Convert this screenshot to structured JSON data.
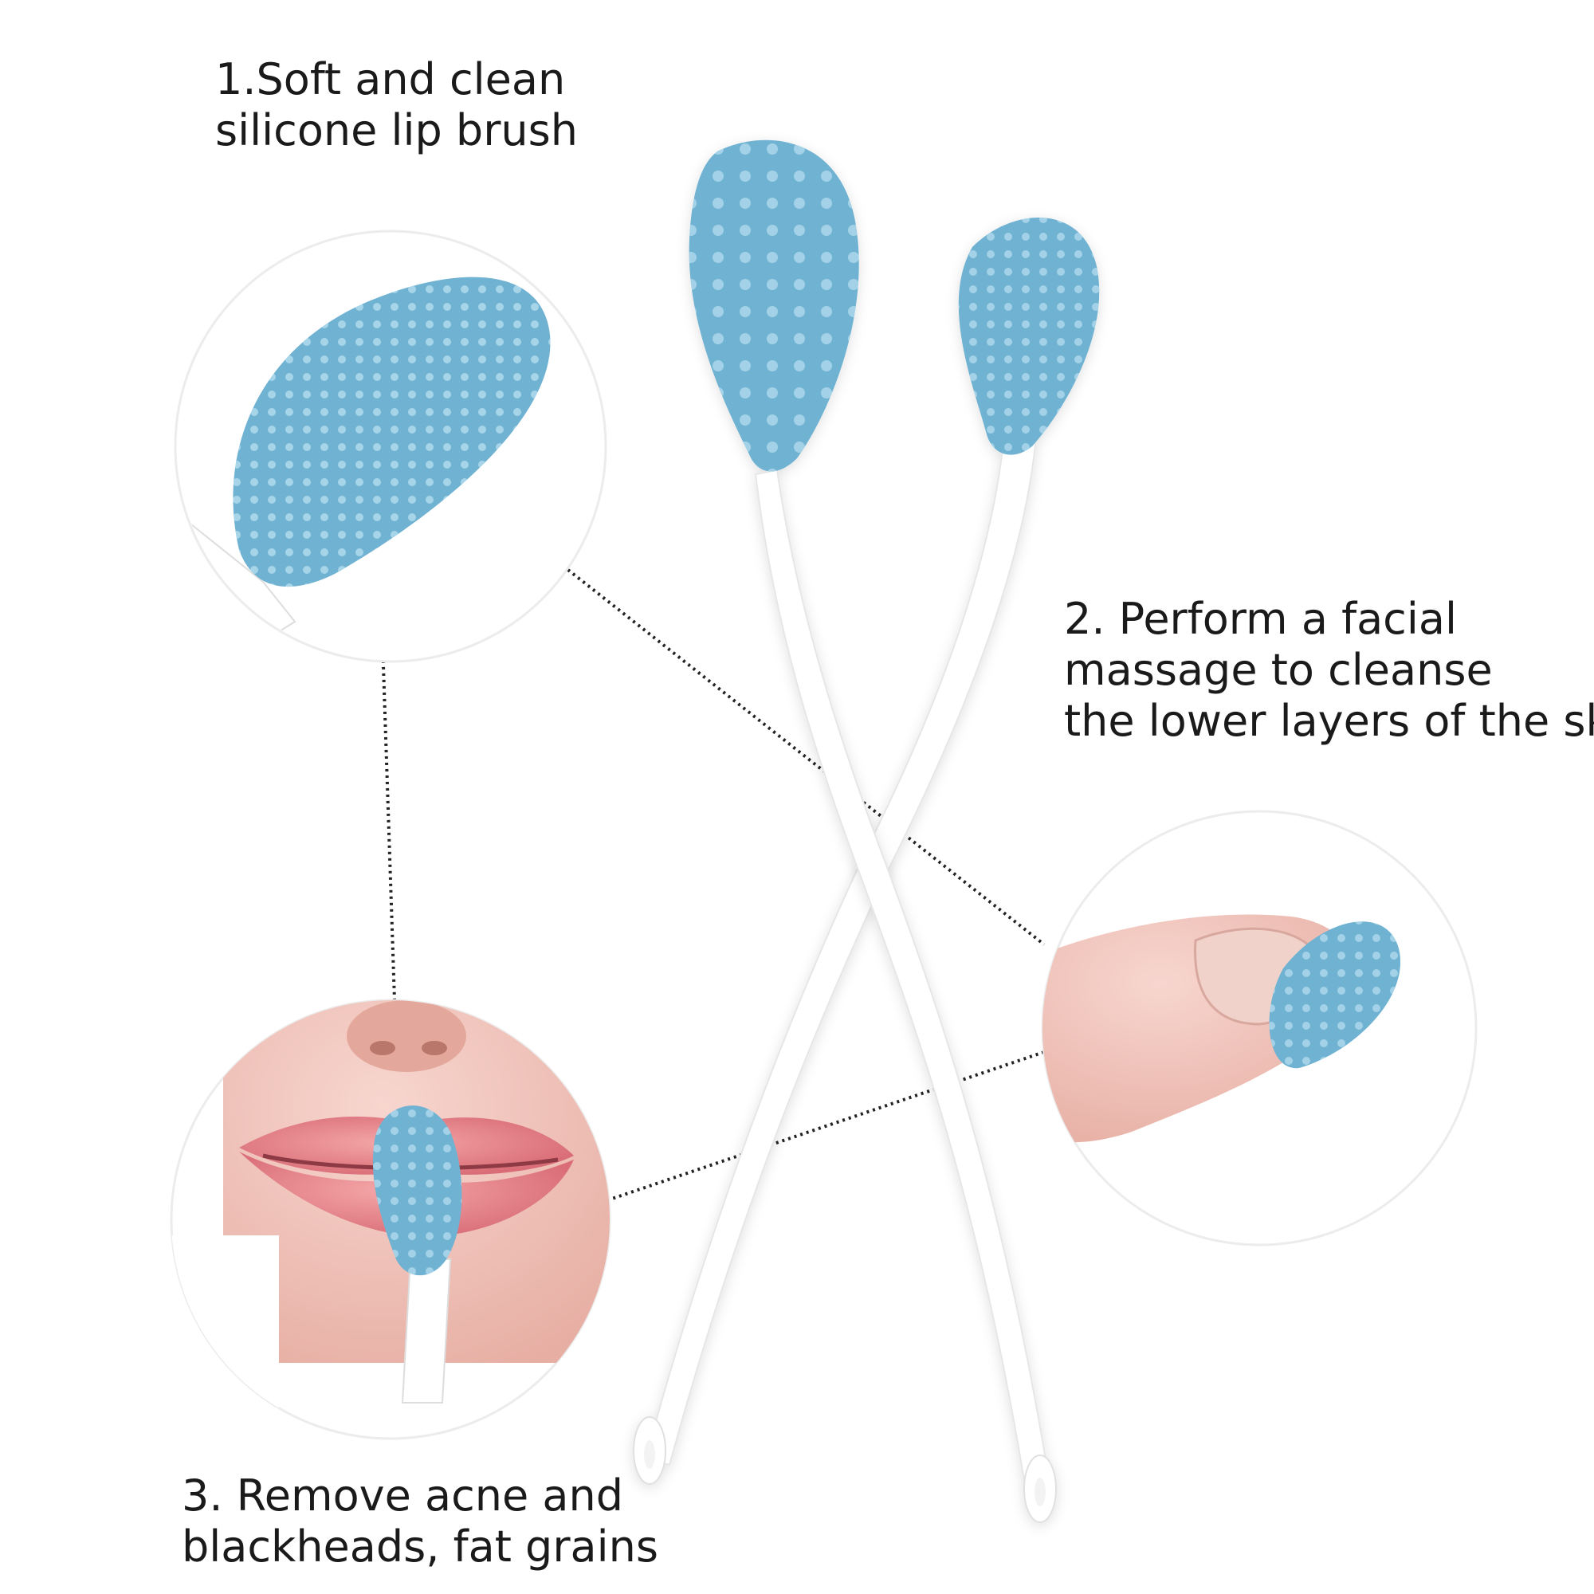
{
  "captions": {
    "c1": {
      "line1": "1.Soft and clean",
      "line2": "silicone lip brush"
    },
    "c2": {
      "line1": "2. Perform a facial",
      "line2": "massage to cleanse",
      "line3": "the lower layers of the skin"
    },
    "c3": {
      "line1": "3. Remove acne and",
      "line2": "blackheads, fat grains"
    }
  },
  "colors": {
    "silicone_blue": "#6fb2d2",
    "handle_white": "#ffffff",
    "skin": "#f2c6bd",
    "lips": "#e98b8f",
    "leader_line": "#222222"
  }
}
